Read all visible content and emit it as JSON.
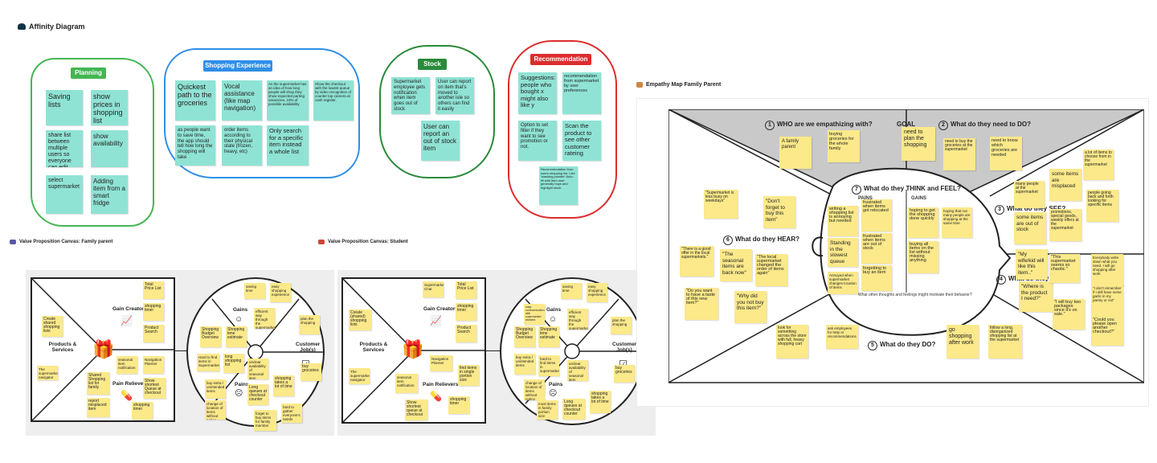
{
  "affinity": {
    "title": "Affinity Diagram",
    "planning": {
      "label": "Planning",
      "notes": [
        "Saving lists",
        "show prices in shopping list",
        "share list between multiple users so everyone can edit",
        "show availability",
        "select supermarket",
        "Adding item from a smart fridge"
      ]
    },
    "shopping": {
      "label": "Shopping Experience",
      "notes": [
        "Quickest path to the groceries",
        "Vocal assistance (like map navigation)",
        "As the supermarket has an idea of how long people will shop they show expected parting vacancies, 10% of possible availability.",
        "Show the checkout with the lowest queue by video recognition of counter top camera at cash register.",
        "as people want to save time, the app should tell how long the shopping will take",
        "order items according to their physical state (frozen, heavy, etc)",
        "Only search for a specific item instead a whole list"
      ]
    },
    "stock": {
      "label": "Stock",
      "notes": [
        "Supermarket employee gets notification when item goes out of stock",
        "User can report on item that's moved to another isle so others can find it easily",
        "User can report an out of stock item"
      ]
    },
    "recommendation": {
      "label": "Recommendation",
      "notes": [
        "Suggestions: people who bought x might also like y",
        "recommendation from supermarket by user preferences",
        "Option to set filter if they want to see promotion or not.",
        "Scan the product to see other customer rateing",
        "Recommendation from users shopping list. Like 'washing powder' Auto-fill with item user generally buys and highlight stock"
      ]
    }
  },
  "vp_family": {
    "title": "Value Proposition Canvas: Family parent",
    "products_label": "Products & Services",
    "gain_creators_label": "Gain Creators",
    "pain_relievers_label": "Pain Relievers",
    "gains_label": "Gains",
    "pains_label": "Pains",
    "jobs_label": "Customer Job(s)",
    "left_notes": [
      "Create shared shopping lists",
      "The supermarket navigator",
      "Total Price List",
      "shopping timer",
      "Product Search",
      "seasonal item notification",
      "Navigation Planner",
      "Shared Shopping list for family",
      "Show shortest Queue at checkout",
      "report misplaced item",
      "shopping timer"
    ],
    "right_notes": [
      "saving time",
      "easy shopping experience",
      "Shopping Budget Overview",
      "Shopping time estimate",
      "efficient way through the supermarket",
      "plan the shopping",
      "Hard to find items in Supermarkets",
      "long shopping list",
      "unclear availability of seasonal item",
      "buy extra / unintended items",
      "shopping takes a lot of time",
      "buy groceries",
      "change of location of items without notice",
      "Long queues at checkout counter",
      "forget to buy items for family member",
      "hard to gather everyone's needs"
    ]
  },
  "vp_student": {
    "title": "Value Proposition Canvas: Student",
    "products_label": "Products & Services",
    "gain_creators_label": "Gain Creators",
    "pain_relievers_label": "Pain Relievers",
    "gains_label": "Gains",
    "pains_label": "Pains",
    "jobs_label": "Customer Job(s)",
    "left_notes": [
      "Supermarket Chat",
      "Total Price List",
      "Create (shared) shopping lists",
      "shopping timer",
      "Product Search",
      "The supermarket navigator",
      "Navigation Planner",
      "seasonal item notification",
      "find items in single portion size",
      "Show shortest queue at checkout",
      "shopping timer"
    ],
    "right_notes": [
      "saving time",
      "easy shopping experience",
      "easy communication with supermarket workers",
      "Shopping Budget Overview",
      "Shopping time estimate",
      "efficient way through the supermarket",
      "plan the shopping",
      "buy extra / unintended items",
      "hard to find items in supermarket",
      "unclear availability of seasonal item",
      "change of location of items without notice",
      "most items in family portion size",
      "Long queues at checkout counter",
      "shopping takes a lot of time",
      "buy groceries"
    ]
  },
  "empathy": {
    "title": "Empathy Map Family Parent",
    "q1": "WHO are we empathizing with?",
    "goal": "GOAL",
    "q2": "What do they need to DO?",
    "q3": "What do they SEE?",
    "q4": "What do they SAY?",
    "q5": "What do they DO?",
    "q6": "What do they HEAR?",
    "q7": "What do they THINK and FEEL?",
    "pains": "PAINS",
    "gains": "GAINS",
    "other_text": "What other thoughts and feelings might motivate their behavior?",
    "notes": [
      "A family parent",
      "buying groceries for the whole family",
      "need to plan the shopping",
      "need to buy the groceries at the supermarket",
      "need to know which groceries are needed",
      "a lot of items to choose from in the supermarket",
      "some items are misplaced",
      "many people at the supermarket",
      "people going back and forth looking for specific items",
      "some items are out of stock",
      "promotions, special goods, weekly offers at the supermarket",
      "\"My wife/kid will like this item..\"",
      "\"Where is the product I need?\"",
      "\"This supermarket seems so chaotic.\"",
      "\"I will buy two packages since it's on sale.\"",
      "Everybody write down what you need. I will go shopping after work",
      "\"I don't remember if I still have some garlic in my pantry or not\"",
      "\"Could you please open another checkout?\"",
      "\"Supermarket is less busy on weekdays\"",
      "\"Don't forget to buy this item\"",
      "\"There is a good offer in the local supermarkets.\"",
      "\"The seasonal items are back now\"",
      "\"The local supermarket changed the order of items again\"",
      "\"Do you want to have a taste of this new item?\"",
      "\"Why did you not buy this item?\"",
      "writing a shopping list is annoying but needed",
      "frustrated when items got relocated",
      "Standing in the slowest queue",
      "frustrated when items are out of stock",
      "forgetting to buy an item",
      "Annoyed when supermarket changes location of items",
      "hoping to get the shopping done quickly",
      "hoping that not many people are shopping at the same time",
      "buying all items on the list without missing anything",
      "look for something across the store with full, heavy shopping cart",
      "ask employees for help or recommendations",
      "go shopping after work",
      "follow a long, disorganized shopping list at the supermarket"
    ]
  },
  "colors": {
    "planning": "#43b653",
    "shopping": "#2f8ee8",
    "stock": "#2a8a3b",
    "recommendation": "#dd2d2d",
    "teal": "#8fe3d4",
    "yellow": "#fbe98a"
  }
}
